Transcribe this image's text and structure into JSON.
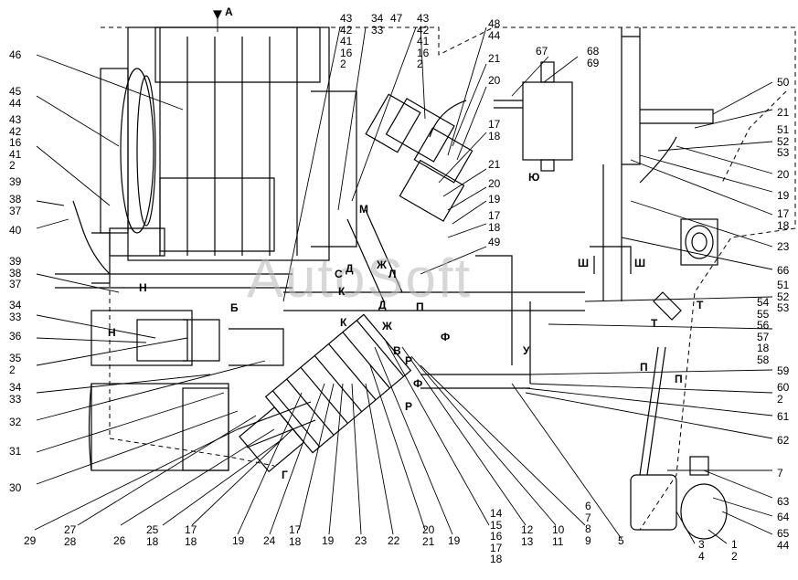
{
  "watermark": "AutoSoft",
  "view_label": "А",
  "letters": [
    "Б",
    "Н",
    "Н",
    "С",
    "Д",
    "Ж",
    "Л",
    "К",
    "П",
    "Д",
    "К",
    "Ж",
    "Ф",
    "В",
    "Р",
    "Р",
    "Ф",
    "Ю",
    "М",
    "Ш",
    "Ш",
    "Т",
    "Т",
    "У",
    "П",
    "П",
    "Г"
  ],
  "left_labels": [
    "46",
    "45",
    "44",
    "43",
    "42",
    "16",
    "41",
    "2",
    "39",
    "38",
    "37",
    "40",
    "39",
    "38",
    "37",
    "34",
    "33",
    "36",
    "35",
    "2",
    "34",
    "33",
    "32",
    "31",
    "30"
  ],
  "right_labels": [
    "50",
    "21",
    "51",
    "52",
    "53",
    "20",
    "19",
    "17",
    "18",
    "23",
    "66",
    "51",
    "52",
    "53",
    "54",
    "55",
    "56",
    "57",
    "18",
    "58",
    "59",
    "60",
    "2",
    "61",
    "62",
    "7",
    "63",
    "64",
    "65",
    "44"
  ],
  "top_labels": [
    "43",
    "42",
    "41",
    "16",
    "2",
    "34",
    "33",
    "47",
    "43",
    "42",
    "41",
    "16",
    "2",
    "48",
    "44",
    "21",
    "20",
    "67",
    "68",
    "69",
    "17",
    "18",
    "21",
    "20",
    "19",
    "17",
    "18",
    "49"
  ],
  "bottom_labels": [
    "29",
    "27",
    "28",
    "26",
    "25",
    "18",
    "17",
    "18",
    "19",
    "24",
    "17",
    "18",
    "19",
    "23",
    "22",
    "20",
    "21",
    "19",
    "14",
    "15",
    "16",
    "17",
    "18",
    "12",
    "13",
    "10",
    "11",
    "6",
    "7",
    "8",
    "9",
    "5",
    "3",
    "4",
    "1",
    "2"
  ]
}
